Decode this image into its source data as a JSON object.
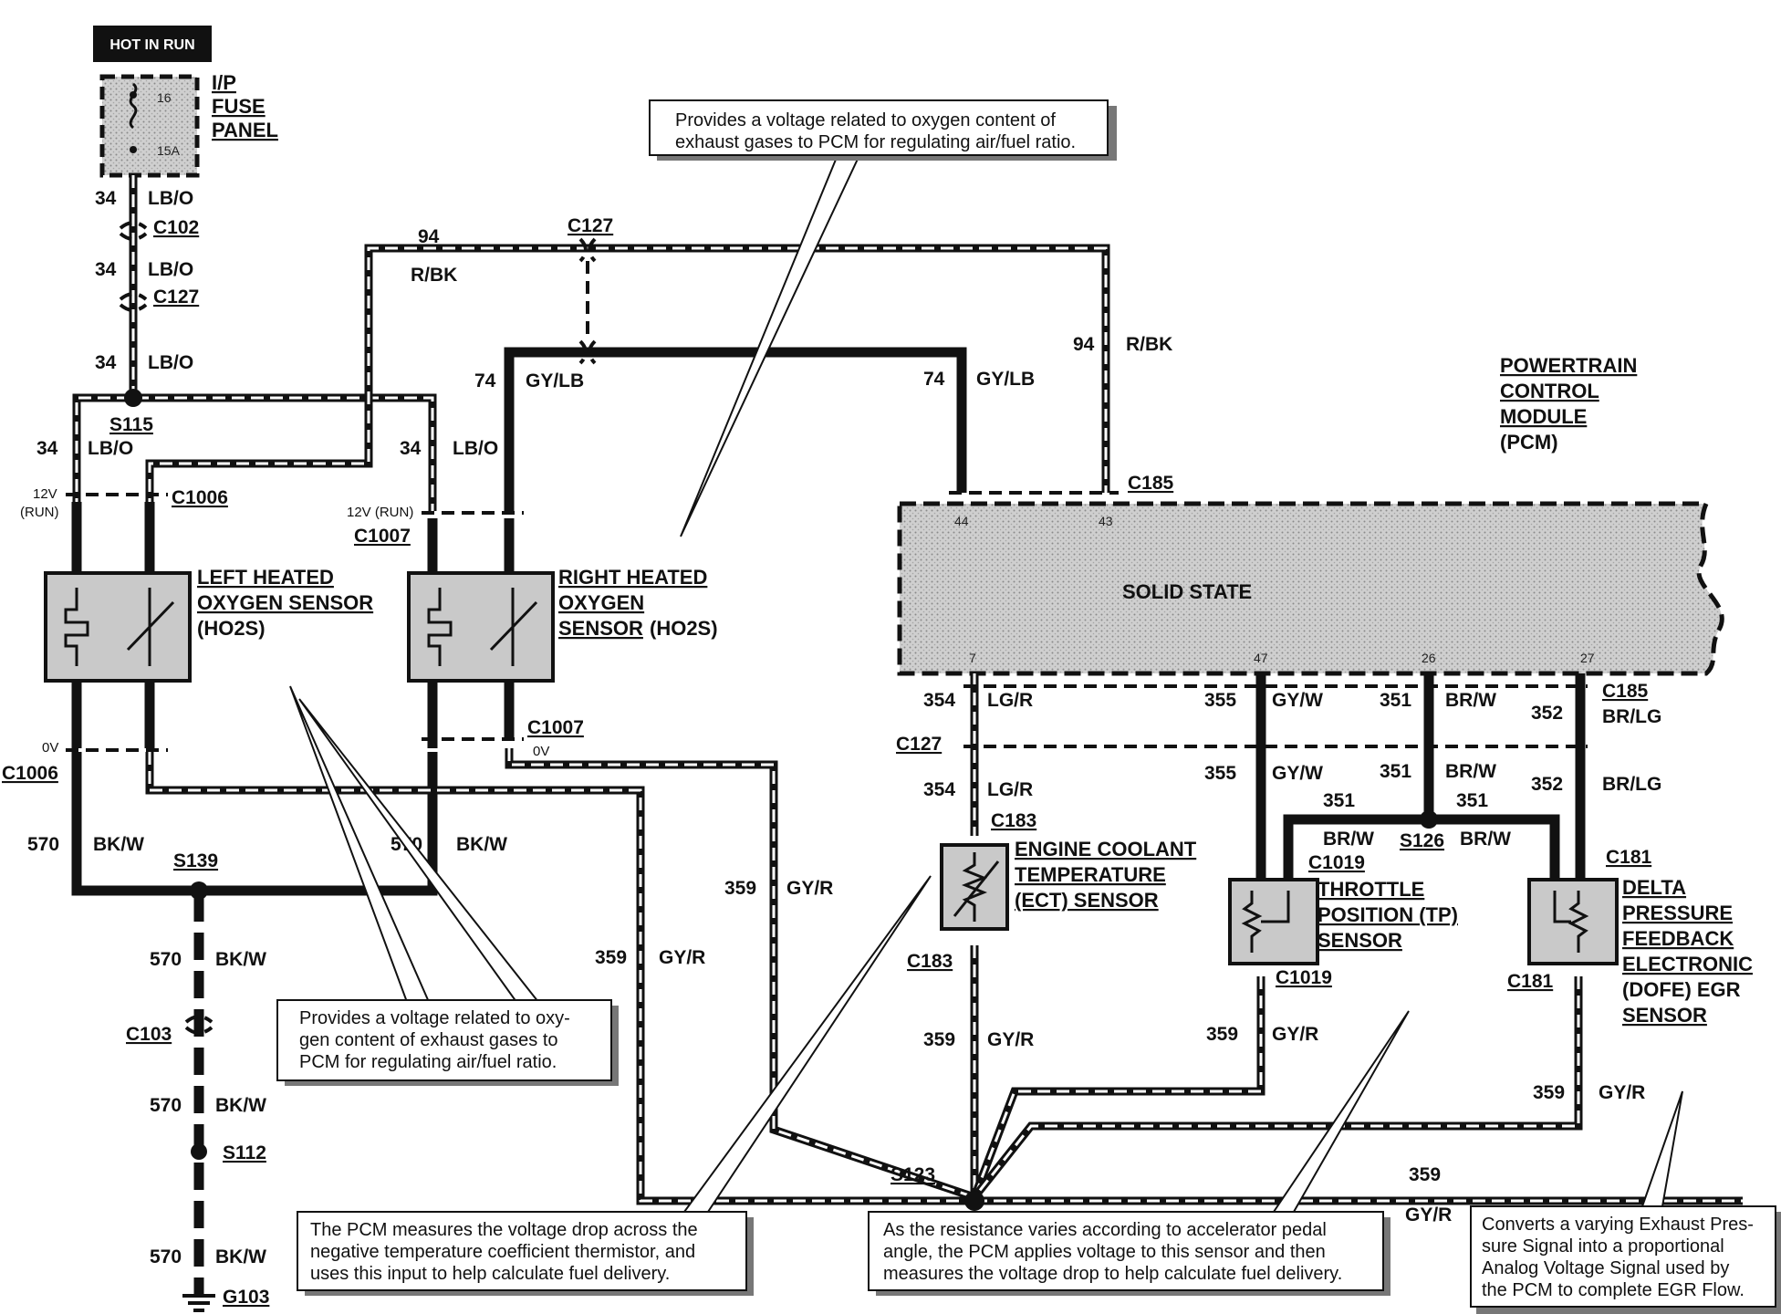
{
  "header": {
    "hot_label": "HOT IN RUN"
  },
  "fuse_panel": {
    "title": [
      "I/P",
      "FUSE",
      "PANEL"
    ],
    "fuse_number": "16",
    "fuse_rating": "15A"
  },
  "pcm": {
    "title": [
      "POWERTRAIN",
      "CONTROL",
      "MODULE",
      "(PCM)"
    ],
    "body_text": "SOLID STATE",
    "pins": {
      "p44": "44",
      "p43": "43",
      "p7": "7",
      "p47": "47",
      "p26": "26",
      "p27": "27"
    }
  },
  "components": {
    "left_ho2s": [
      "LEFT HEATED",
      "OXYGEN SENSOR",
      "(HO2S)"
    ],
    "right_ho2s": [
      "RIGHT HEATED",
      "OXYGEN",
      "SENSOR",
      "(HO2S)"
    ],
    "ect": [
      "ENGINE COOLANT",
      "TEMPERATURE",
      "(ECT) SENSOR"
    ],
    "tp": [
      "THROTTLE",
      "POSITION (TP)",
      "SENSOR"
    ],
    "dpfe": [
      "DELTA",
      "PRESSURE",
      "FEEDBACK",
      "ELECTRONIC",
      "(DOFE) EGR",
      "SENSOR"
    ]
  },
  "connectors": {
    "c102": "C102",
    "c127": "C127",
    "c1006": "C1006",
    "c1007": "C1007",
    "c185": "C185",
    "c183": "C183",
    "c1019": "C1019",
    "c181": "C181",
    "c103": "C103",
    "s115": "S115",
    "s139": "S139",
    "s112": "S112",
    "s126": "S126",
    "s123": "S123",
    "g103": "G103"
  },
  "wires": {
    "n34": "34",
    "lbo": "LB/O",
    "n94": "94",
    "rbk": "R/BK",
    "n74": "74",
    "gylb": "GY/LB",
    "n570": "570",
    "bkw": "BK/W",
    "n359": "359",
    "gyr": "GY/R",
    "n354": "354",
    "lgr": "LG/R",
    "n355": "355",
    "gyw": "GY/W",
    "n351": "351",
    "brw": "BR/W",
    "n352": "352",
    "brlg": "BR/LG"
  },
  "voltages": {
    "v12run_a": "12V",
    "v12run_b": "(RUN)",
    "v12run_c": "12V (RUN)",
    "v0": "0V"
  },
  "captions": {
    "top": [
      "Provides a voltage related to oxygen content of",
      "exhaust gases to PCM for regulating air/fuel ratio."
    ],
    "left": [
      "Provides a voltage related to oxy-",
      "gen content of exhaust gases to",
      "PCM for regulating air/fuel ratio."
    ],
    "ect": [
      "The PCM measures the voltage drop across the",
      "negative temperature coefficient thermistor, and",
      "uses this input to help calculate fuel delivery."
    ],
    "tp": [
      "As the resistance varies according to accelerator pedal",
      "angle, the PCM applies voltage to this sensor and then",
      "measures the voltage drop to help calculate fuel delivery."
    ],
    "dpfe": [
      "Converts a varying Exhaust Pres-",
      "sure Signal into a proportional",
      "Analog Voltage Signal used by",
      "the PCM to complete EGR Flow."
    ]
  }
}
